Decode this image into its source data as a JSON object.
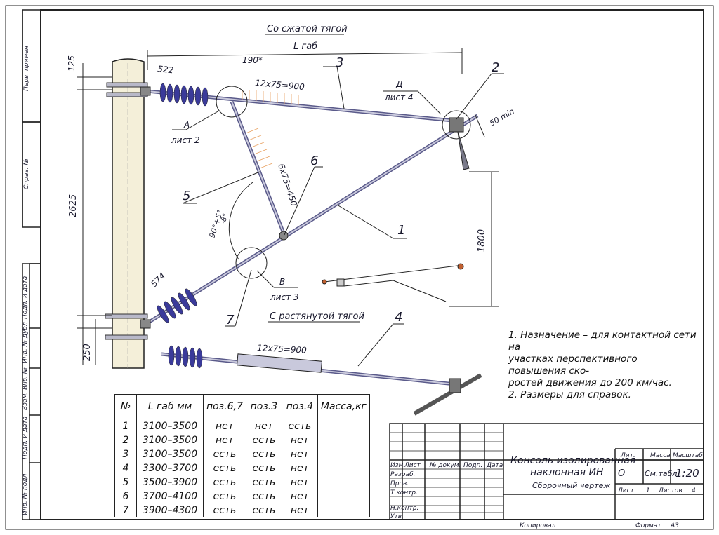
{
  "labels": {
    "title_top": "Со сжатой тягой",
    "title_bottom": "С растянутой тягой",
    "l_gab": "L габ",
    "dim_125": "125",
    "dim_2625": "2625",
    "dim_250": "250",
    "dim_522": "522",
    "dim_190": "190*",
    "dim_12x75_top": "12х75=900",
    "dim_12x75_bottom": "12х75=900",
    "dim_6x75": "6х75=450",
    "dim_50": "50 min",
    "dim_1800": "1800",
    "dim_574": "574",
    "angle": "90°+5°",
    "angle2": "-8°",
    "view_a": "А",
    "view_a_sheet": "лист 2",
    "view_b": "В",
    "view_b_sheet": "лист 3",
    "view_d": "Д",
    "view_d_sheet": "лист 4",
    "pos_1": "1",
    "pos_2": "2",
    "pos_3": "3",
    "pos_4": "4",
    "pos_5": "5",
    "pos_6": "6",
    "pos_7": "7"
  },
  "side_stamp": [
    "Перв. примен",
    "Справ. №",
    "Подп. и дата",
    "Инв. № дубл",
    "Взам. инв. №",
    "Подп. и дата",
    "Инв. № подл"
  ],
  "table": {
    "headers": [
      "№",
      "L габ мм",
      "поз.6,7",
      "поз.3",
      "поз.4",
      "Масса,кг"
    ],
    "rows": [
      [
        "1",
        "3100–3500",
        "нет",
        "нет",
        "есть",
        ""
      ],
      [
        "2",
        "3100–3500",
        "нет",
        "есть",
        "нет",
        ""
      ],
      [
        "3",
        "3100–3500",
        "есть",
        "есть",
        "нет",
        ""
      ],
      [
        "4",
        "3300–3700",
        "есть",
        "есть",
        "нет",
        ""
      ],
      [
        "5",
        "3500–3900",
        "есть",
        "есть",
        "нет",
        ""
      ],
      [
        "6",
        "3700–4100",
        "есть",
        "есть",
        "нет",
        ""
      ],
      [
        "7",
        "3900–4300",
        "есть",
        "есть",
        "нет",
        ""
      ]
    ]
  },
  "notes": [
    "1. Назначение – для контактной сети на",
    "участках перспективного повышения ско-",
    "ростей движения до 200 км/час.",
    "2. Размеры для справок."
  ],
  "title_block": {
    "name_line1": "Консоль изолированная",
    "name_line2": "наклонная ИН",
    "doc_type": "Сборочный чертеж",
    "lit_label": "Лит.",
    "mass_label": "Масса",
    "scale_label": "Масштаб",
    "lit_value": "О",
    "mass_value": "См.табл.",
    "scale_value": "1:20",
    "sheet_label": "Лист",
    "sheet_value": "1",
    "sheets_label": "Листов",
    "sheets_value": "4",
    "col_izm": "Изм.",
    "col_list": "Лист",
    "col_doc": "№ докум.",
    "col_podp": "Подп.",
    "col_date": "Дата",
    "row_razrab": "Разраб.",
    "row_prov": "Пров.",
    "row_tkontr": "Т.контр.",
    "row_nkontr": "Н.контр.",
    "row_utv": "Утв.",
    "copied": "Копировал",
    "format_label": "Формат",
    "format_value": "А3"
  }
}
